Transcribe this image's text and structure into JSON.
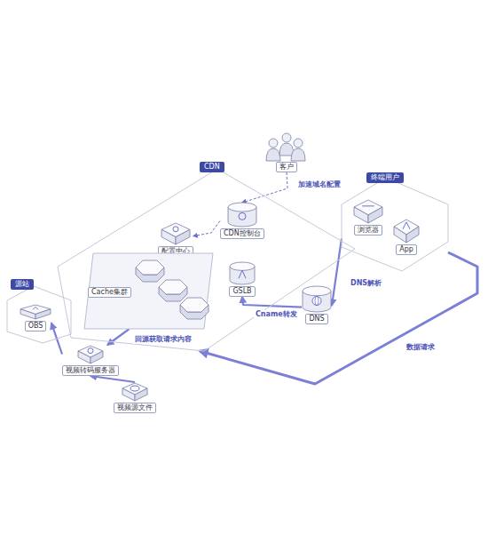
{
  "diagram": {
    "nodes": [
      {
        "text": [
          "CDN"
        ]
      },
      {
        "text": [
          "客户"
        ]
      },
      {
        "text": [
          "CDN控制台"
        ],
        "in": 0
      },
      {
        "text": [
          "配置中心"
        ],
        "in": 0
      },
      {
        "text": [
          "GSLB"
        ],
        "in": 0
      },
      {
        "text": [
          "Cache集群"
        ],
        "in": 0
      },
      {
        "text": [
          "终端用户"
        ]
      },
      {
        "text": [
          "浏览器"
        ],
        "in": 6
      },
      {
        "text": [
          "App"
        ],
        "in": 6
      },
      {
        "text": [
          "DNS"
        ]
      },
      {
        "text": [
          "源站"
        ]
      },
      {
        "text": [
          "OBS"
        ],
        "in": 10
      },
      {
        "text": [
          "视频转码服务器"
        ]
      },
      {
        "text": [
          "视频源文件"
        ]
      }
    ],
    "edges": [
      {
        "from": 1,
        "to": 2,
        "label": "加速域名配置",
        "arrow": "to"
      },
      {
        "from": 2,
        "to": 3,
        "arrow": "to"
      },
      {
        "from": 6,
        "to": 9,
        "label": "DNS解析",
        "arrow": "to"
      },
      {
        "from": 9,
        "to": 4,
        "label": "Cname转发",
        "arrow": "to"
      },
      {
        "from": 6,
        "to": 0,
        "label": "数据请求",
        "arrow": "to"
      },
      {
        "from": 5,
        "to": 12,
        "label": "回源获取请求内容",
        "arrow": "to"
      },
      {
        "from": 12,
        "to": 11,
        "arrow": "to"
      },
      {
        "from": 13,
        "to": 12,
        "arrow": "to"
      }
    ]
  }
}
